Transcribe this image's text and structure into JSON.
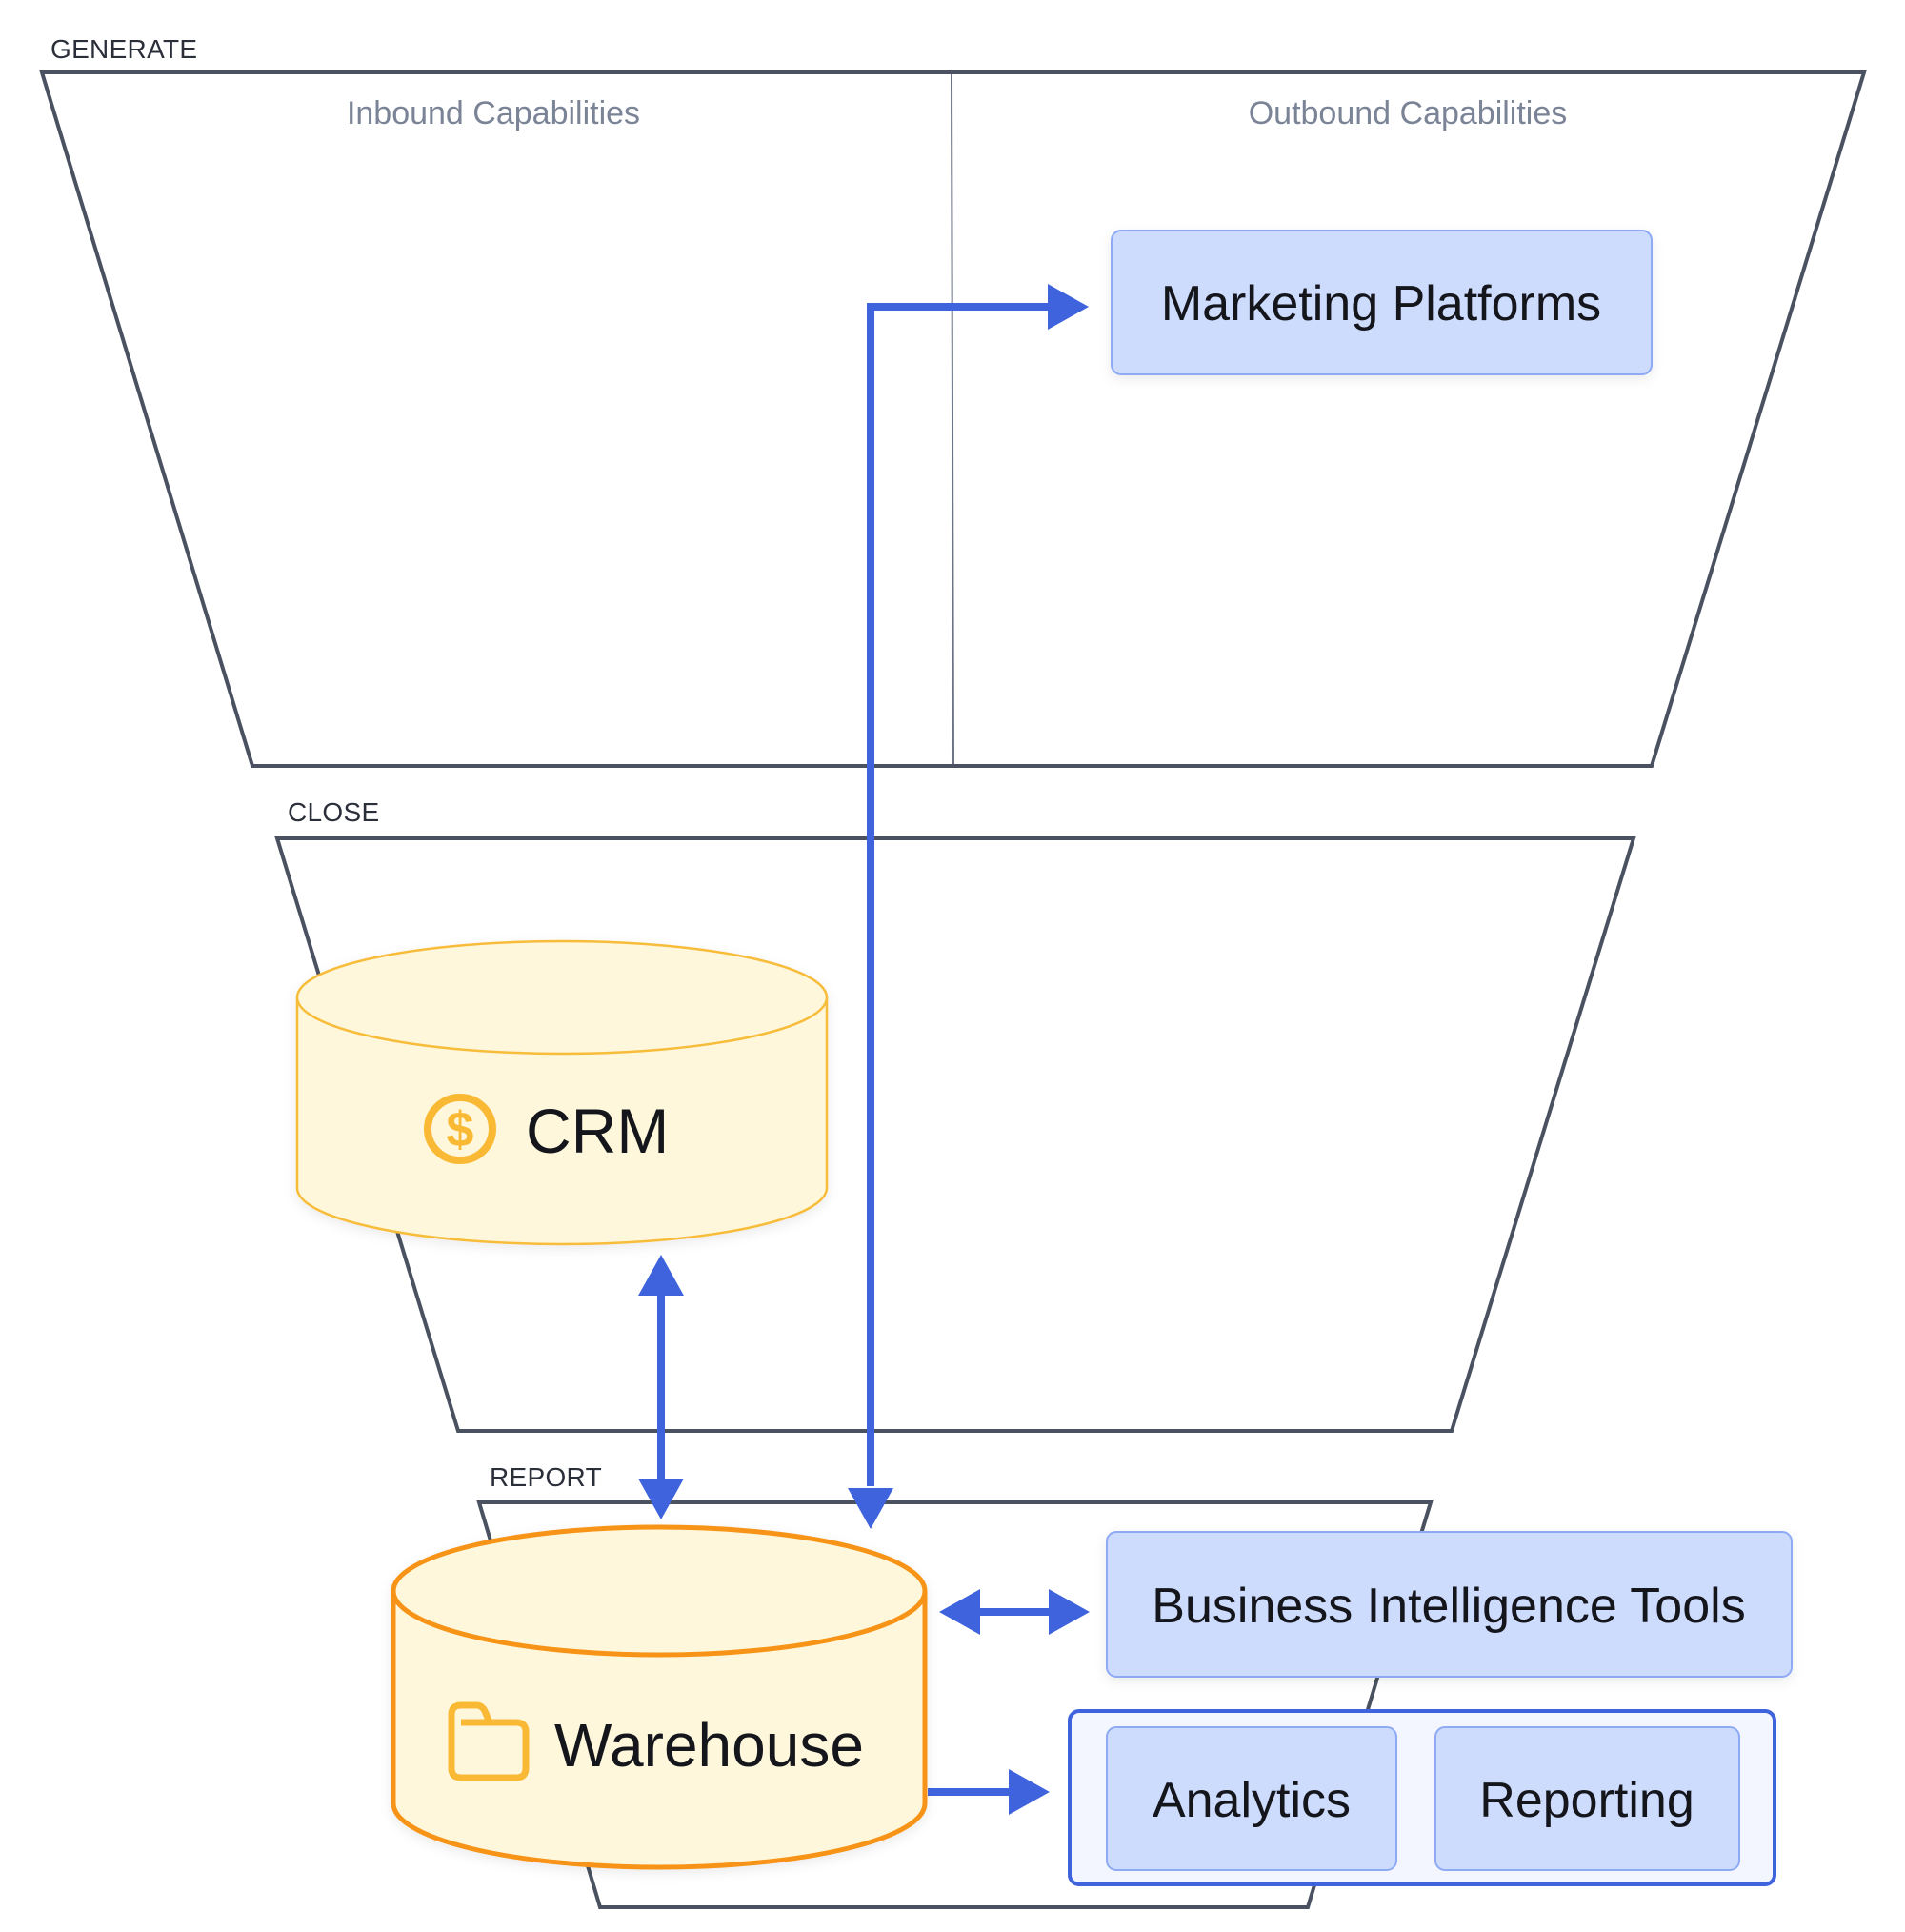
{
  "stages": {
    "generate": {
      "label": "GENERATE"
    },
    "close": {
      "label": "CLOSE"
    },
    "report": {
      "label": "REPORT"
    }
  },
  "columns": {
    "inbound": "Inbound Capabilities",
    "outbound": "Outbound Capabilities"
  },
  "nodes": {
    "marketing": {
      "label": "Marketing Platforms"
    },
    "crm": {
      "label": "CRM",
      "icon": "dollar-coin-icon"
    },
    "warehouse": {
      "label": "Warehouse",
      "icon": "folder-icon"
    },
    "bi": {
      "label": "Business Intelligence Tools"
    },
    "analytics": {
      "label": "Analytics"
    },
    "reporting": {
      "label": "Reporting"
    }
  },
  "edges": [
    {
      "from": "warehouse",
      "to": "marketing",
      "direction": "bidirectional"
    },
    {
      "from": "warehouse",
      "to": "crm",
      "direction": "bidirectional"
    },
    {
      "from": "warehouse",
      "to": "bi",
      "direction": "bidirectional"
    },
    {
      "from": "warehouse",
      "to": "analytics-reporting-group",
      "direction": "forward"
    }
  ],
  "colors": {
    "funnel_stroke": "#4a5160",
    "divider": "#6b7384",
    "arrow": "#3f63dd",
    "box_fill": "#cddbfd",
    "box_stroke": "#8eaaf5",
    "group_fill": "#f3f6fe",
    "group_stroke": "#3f63dd",
    "cyl_fill": "#fef7db",
    "crm_stroke": "#f8bc3b",
    "warehouse_stroke": "#f79314",
    "icon": "#f9b934"
  }
}
